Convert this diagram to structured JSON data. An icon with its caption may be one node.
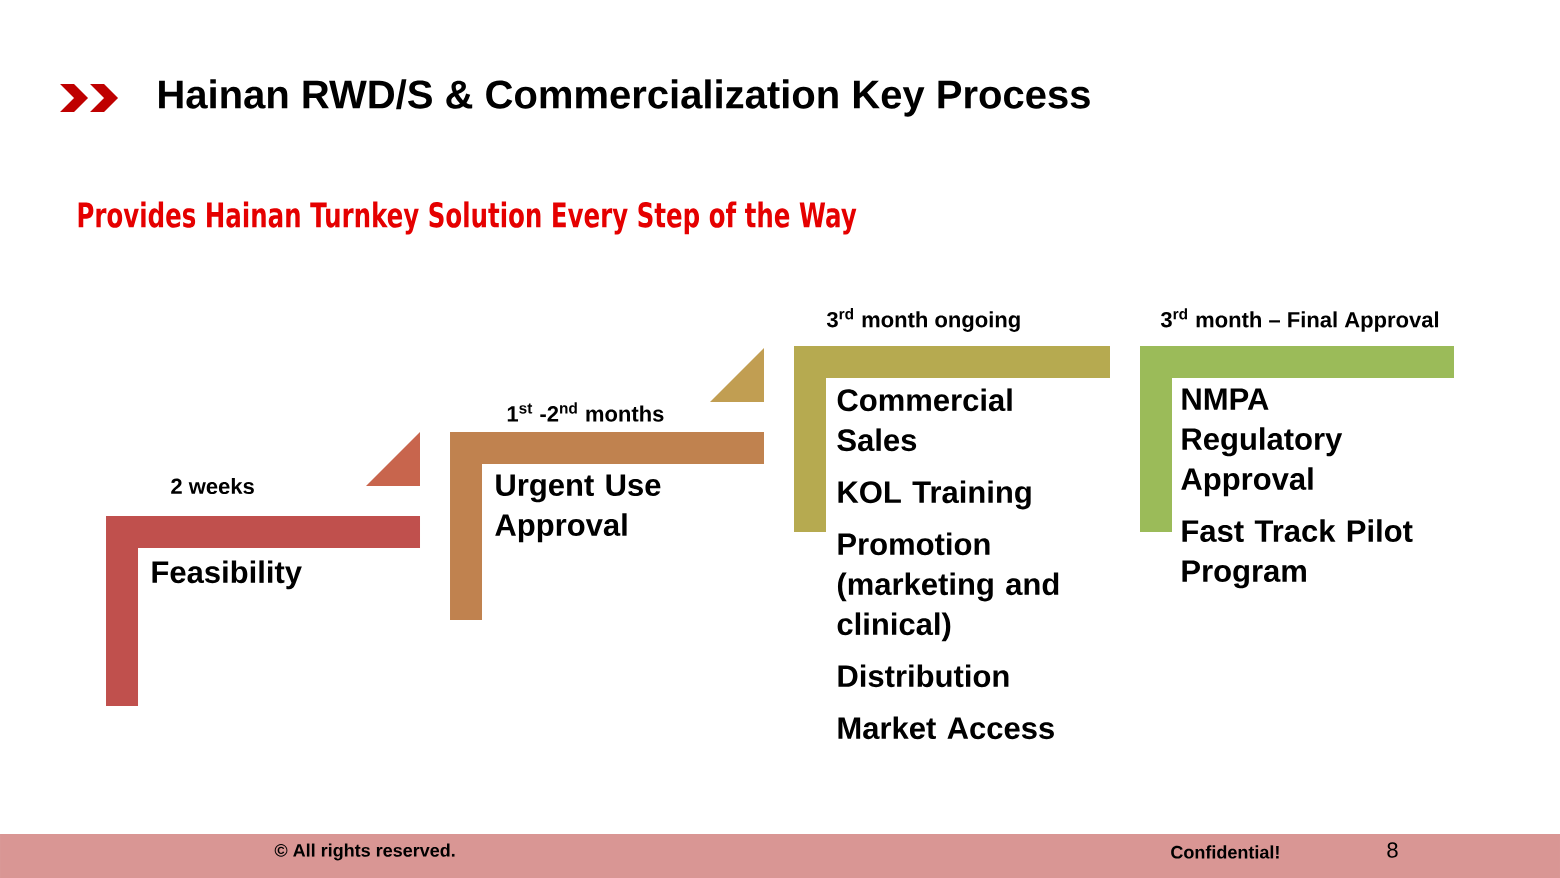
{
  "diagram": {
    "title": "Hainan RWD/S & Commercialization Key Process",
    "nodes": [
      {
        "text": [
          "2 weeks",
          "Feasibility"
        ]
      },
      {
        "text": [
          "1$^{st}$ -2$^{nd}$ months",
          "Urgent Use Approval"
        ]
      },
      {
        "text": [
          "3$^{rd}$ month ongoing",
          "Commercial Sales",
          "KOL Training",
          "Promotion (marketing and clinical)",
          "Distribution",
          "Market Access"
        ]
      },
      {
        "text": [
          "3$^{rd}$ month – Final Approval",
          "NMPA Regulatory Approval",
          "Fast Track Pilot Program"
        ]
      }
    ],
    "labels": [
      "Provides Hainan Turnkey Solution Every Step of the Way",
      "© All rights reserved.",
      "Confidential!",
      "8"
    ]
  }
}
